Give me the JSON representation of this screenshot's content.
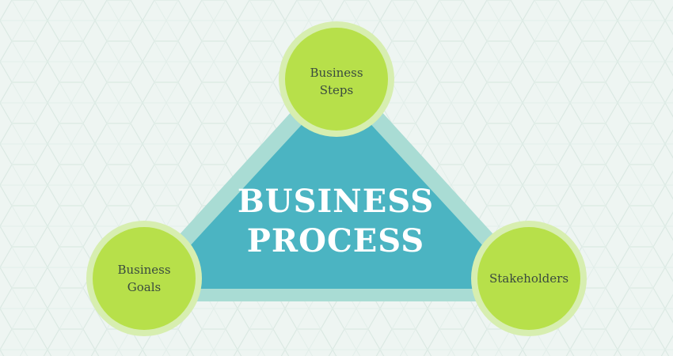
{
  "diagram": {
    "center": {
      "line1": "BUSINESS",
      "line2": "PROCESS"
    },
    "nodes": {
      "top": {
        "line1": "Business",
        "line2": "Steps"
      },
      "left": {
        "line1": "Business",
        "line2": "Goals"
      },
      "right": {
        "line1": "Stakeholders"
      }
    },
    "colors": {
      "background": "#eef5f2",
      "pattern": "#dbe9e3",
      "triangle_fill": "#4bb4c2",
      "triangle_halo": "#a9dcd4",
      "node_fill": "#b7e04a",
      "node_halo": "#d7eeb0",
      "node_text": "#3a4a3f",
      "center_text": "#ffffff"
    }
  }
}
